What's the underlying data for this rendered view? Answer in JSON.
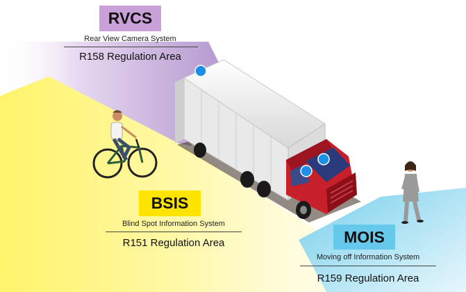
{
  "labels": {
    "rvcs": {
      "acronym": "RVCS",
      "full_name": "Rear View Camera System",
      "regulation": "R158 Regulation Area",
      "color": "#c9a0d8"
    },
    "bsis": {
      "acronym": "BSIS",
      "full_name": "Blind Spot Information System",
      "regulation": "R151 Regulation Area",
      "color": "#ffe400"
    },
    "mois": {
      "acronym": "MOIS",
      "full_name": "Moving off Information System",
      "regulation": "R159 Regulation Area",
      "color": "#66c8ea"
    }
  },
  "colors": {
    "rvcs_zone": "#c7a6dc",
    "bsis_zone": "#fff36a",
    "mois_zone": "#7fd0ee",
    "sensor_dot": "#1e8fe8",
    "truck_cab": "#c8202b",
    "truck_box": "#f2f2f2"
  },
  "icons": [
    "sensor-dot-icon",
    "truck-icon",
    "cyclist-icon",
    "pedestrian-icon"
  ]
}
